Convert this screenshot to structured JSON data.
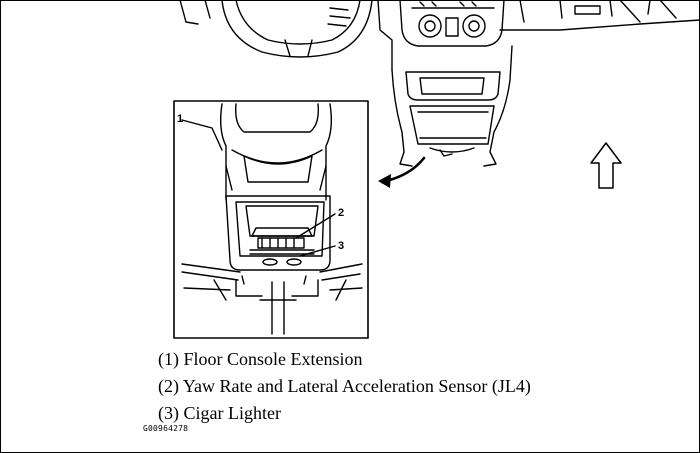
{
  "callouts": [
    {
      "number": "1"
    },
    {
      "number": "2"
    },
    {
      "number": "3"
    }
  ],
  "legend": [
    {
      "text": "(1) Floor Console Extension"
    },
    {
      "text": "(2) Yaw Rate and Lateral Acceleration Sensor (JL4)"
    },
    {
      "text": "(3) Cigar Lighter"
    }
  ],
  "figure_id": "G00964278",
  "icons": {
    "direction": "hollow-up-arrow-icon",
    "view_pointer": "curved-arrow-icon"
  }
}
